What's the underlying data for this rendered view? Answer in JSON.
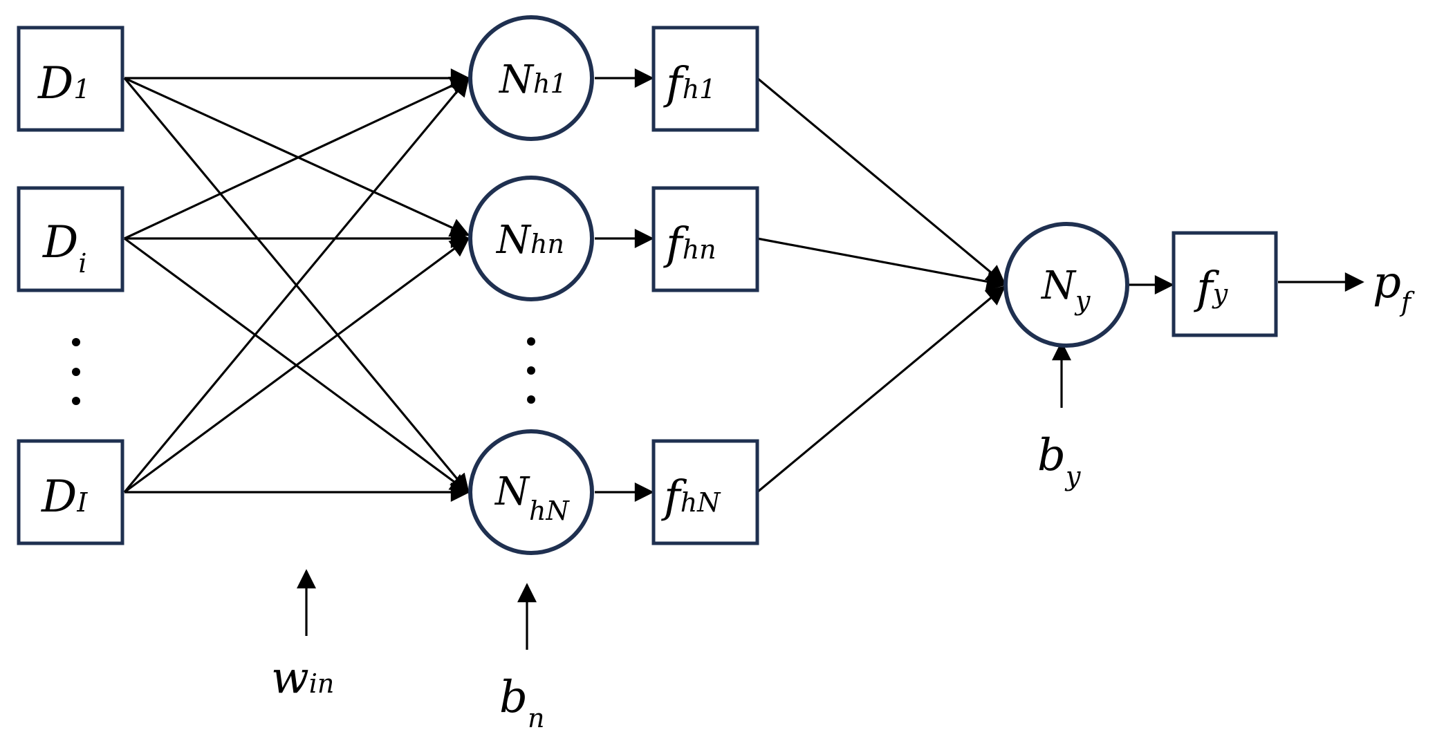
{
  "inputs": [
    {
      "id": "D1",
      "base": "D",
      "sub": "1"
    },
    {
      "id": "Di",
      "base": "D",
      "sub": "i"
    },
    {
      "id": "DI",
      "base": "D",
      "sub": "I"
    }
  ],
  "hidden": [
    {
      "id": "Nh1",
      "base": "N",
      "sub": "h1"
    },
    {
      "id": "Nhn",
      "base": "N",
      "sub": "hn"
    },
    {
      "id": "NhN",
      "base": "N",
      "sub": "hN"
    }
  ],
  "activations": [
    {
      "id": "fh1",
      "base": "f",
      "sub": "h1"
    },
    {
      "id": "fhn",
      "base": "f",
      "sub": "hn"
    },
    {
      "id": "fhN",
      "base": "f",
      "sub": "hN"
    }
  ],
  "output_node": {
    "base": "N",
    "sub": "y"
  },
  "output_activation": {
    "base": "f",
    "sub": "y"
  },
  "output_label": {
    "base": "p",
    "sub": "f"
  },
  "weights_label": {
    "base": "w",
    "sub": "in"
  },
  "hidden_bias_label": {
    "base": "b",
    "sub": "n"
  },
  "output_bias_label": {
    "base": "b",
    "sub": "y"
  },
  "colors": {
    "node_stroke": "#1f3050",
    "edge": "#000000"
  }
}
